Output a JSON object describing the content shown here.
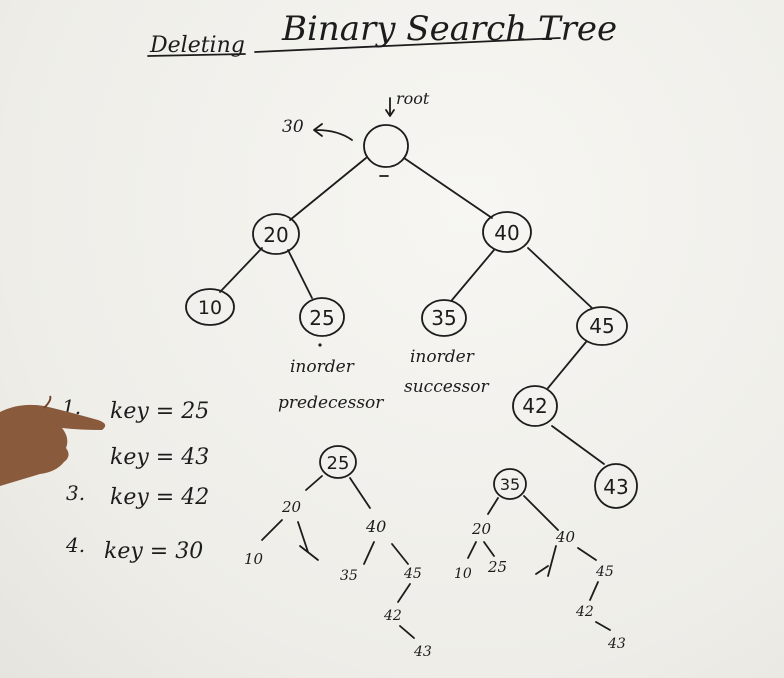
{
  "title": {
    "part1": "Deleting",
    "part2": "Binary Search Tree"
  },
  "root_label": "root",
  "root_arrow_value": "30",
  "main_tree": {
    "nodes": {
      "n20": "20",
      "n40": "40",
      "n10": "10",
      "n25": "25",
      "n35": "35",
      "n45": "45",
      "n42": "42",
      "n43": "43"
    },
    "pred_line1": "inorder",
    "pred_line2": "predecessor",
    "succ_line1": "inorder",
    "succ_line2": "successor"
  },
  "keys": [
    {
      "num": "1.",
      "text": "key = 25"
    },
    {
      "num": "",
      "text": "key = 43"
    },
    {
      "num": "3.",
      "text": "key = 42"
    },
    {
      "num": "4.",
      "text": "key = 30"
    }
  ],
  "tree_a": {
    "root": "25",
    "l": "20",
    "r": "40",
    "ll": "10",
    "lr": "x",
    "rl": "35",
    "rr": "45",
    "rrl": "42",
    "rrlr": "43"
  },
  "tree_b": {
    "root": "35",
    "l": "20",
    "r": "40",
    "ll": "10",
    "lr": "25",
    "rl": "x",
    "rr": "45",
    "rrl": "42",
    "rrlr": "43"
  }
}
